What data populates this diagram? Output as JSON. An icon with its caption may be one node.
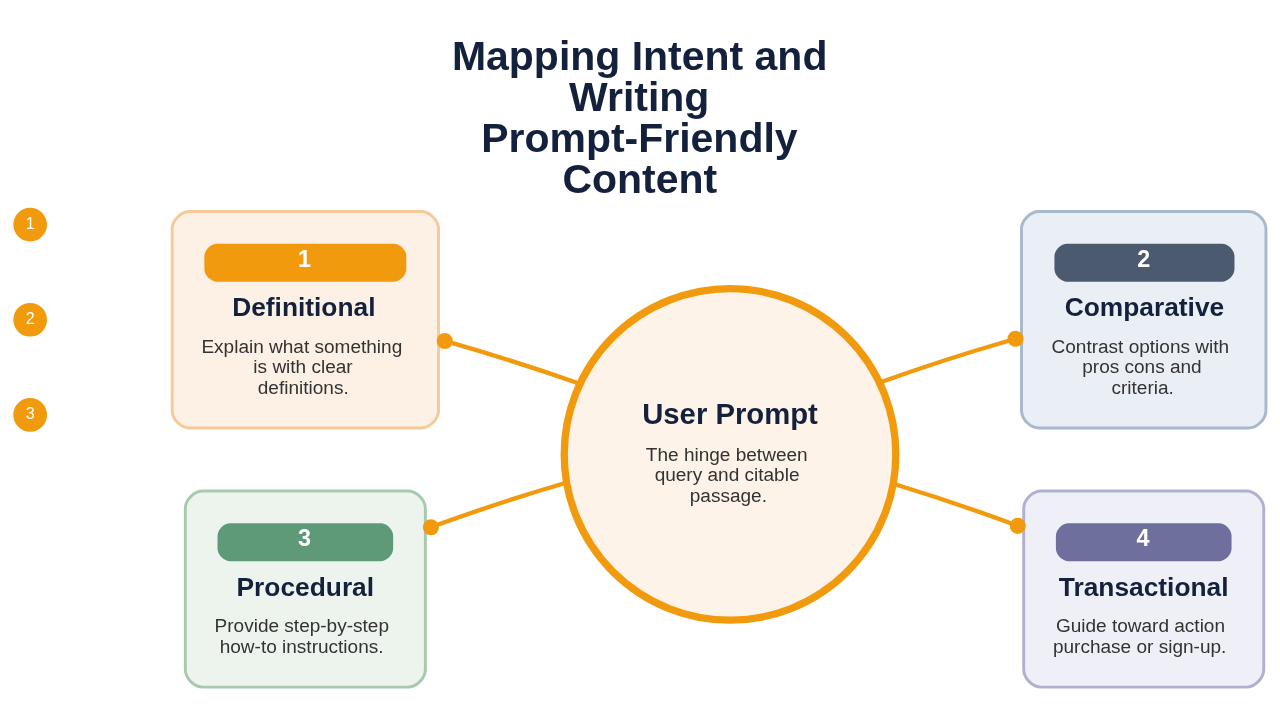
{
  "diagram": {
    "title": "Mapping Intent and Writing Prompt-Friendly Content",
    "nodes": [
      {
        "text": [
          "User Prompt",
          "The hinge between query and citable passage."
        ]
      },
      {
        "text": [
          "1",
          "Definitional",
          "Explain what something is with clear definitions."
        ]
      },
      {
        "text": [
          "2",
          "Comparative",
          "Contrast options with pros cons and criteria."
        ]
      },
      {
        "text": [
          "3",
          "Procedural",
          "Provide step-by-step how-to instructions."
        ]
      },
      {
        "text": [
          "4",
          "Transactional",
          "Guide toward action purchase or sign-up."
        ]
      }
    ],
    "edges": [
      {
        "from": 1,
        "to": 0,
        "arrow": "other"
      },
      {
        "from": 2,
        "to": 0,
        "arrow": "other"
      },
      {
        "from": 3,
        "to": 0,
        "arrow": "other"
      },
      {
        "from": 4,
        "to": 0,
        "arrow": "other"
      }
    ],
    "labels": [
      "1",
      "2",
      "3"
    ]
  }
}
